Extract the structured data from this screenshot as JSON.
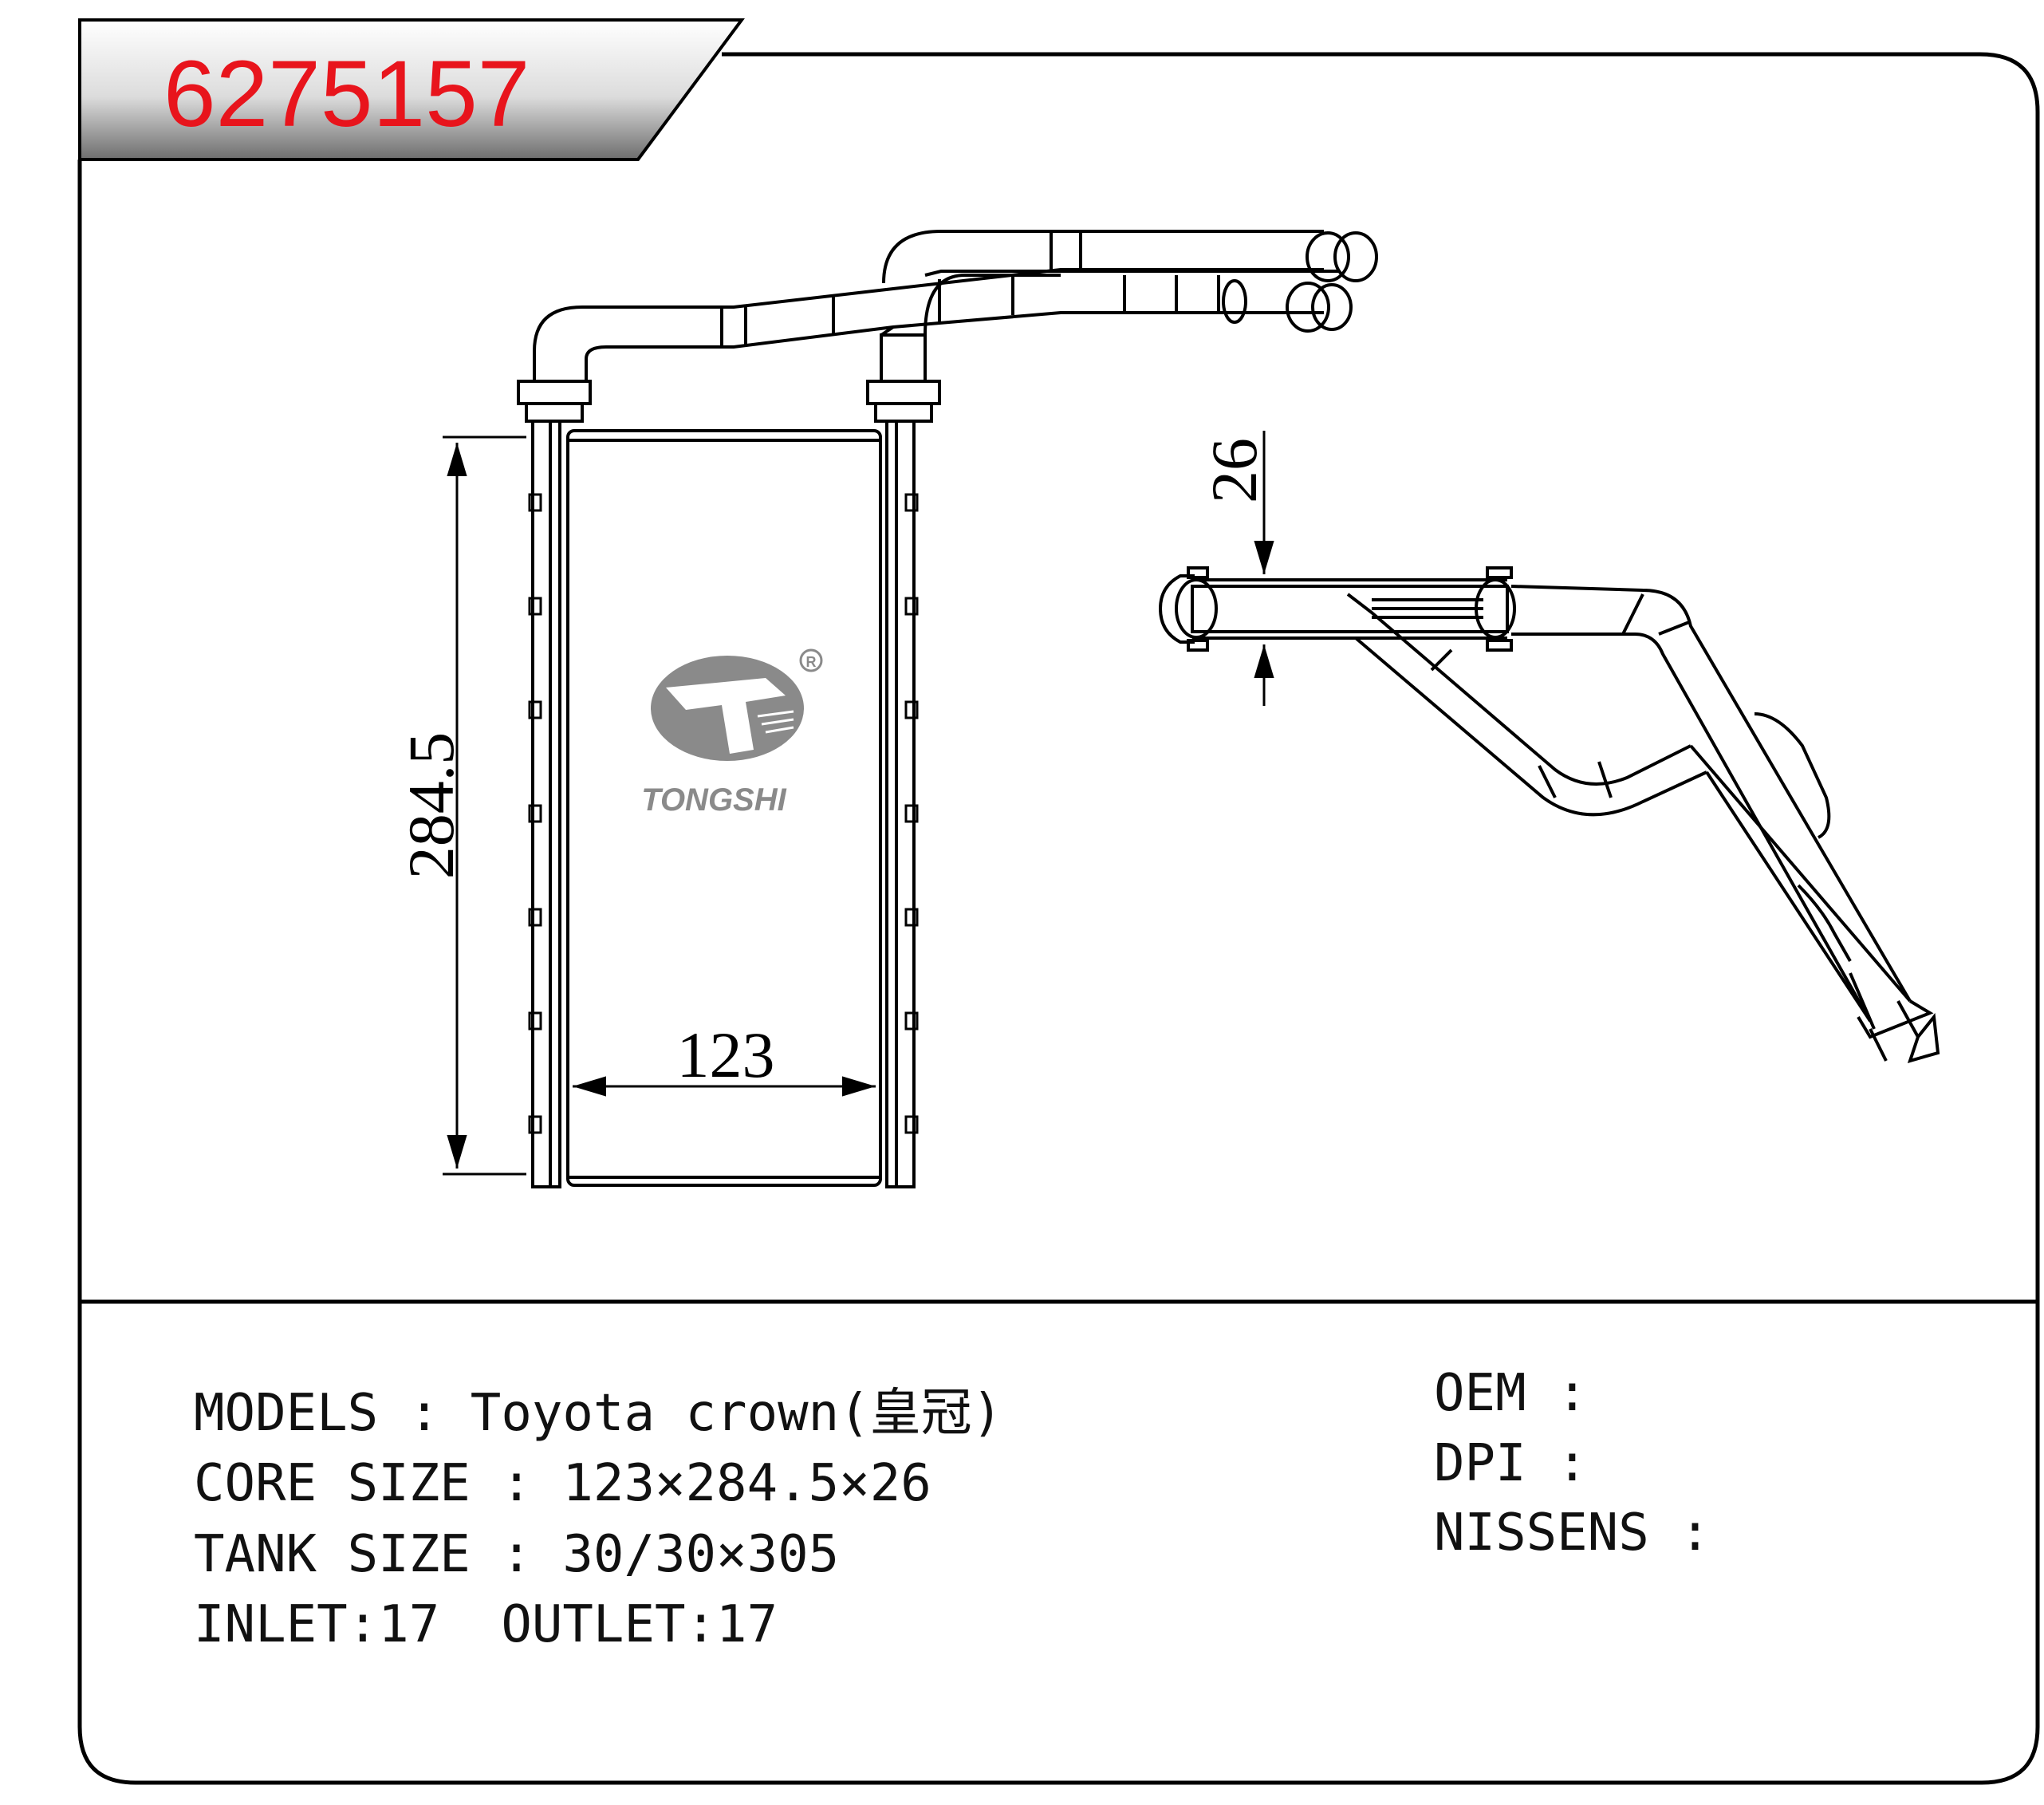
{
  "part_number": "6275157",
  "colors": {
    "part_number": "#e8141c",
    "line": "#000000",
    "logo": "#8a8a8a",
    "text": "#111111"
  },
  "logo": {
    "brand": "TONGSHI",
    "registered_mark": "R"
  },
  "dimensions": {
    "height": "284.5",
    "width": "123",
    "thickness": "26"
  },
  "specs": {
    "models": "MODELS : Toyota crown(皇冠)",
    "core_size": "CORE SIZE : 123×284.5×26",
    "tank_size": "TANK SIZE : 30/30×305",
    "inlet_outlet": "INLET:17  OUTLET:17",
    "oem": "OEM :",
    "dpi": "DPI :",
    "nissens": "NISSENS :"
  }
}
